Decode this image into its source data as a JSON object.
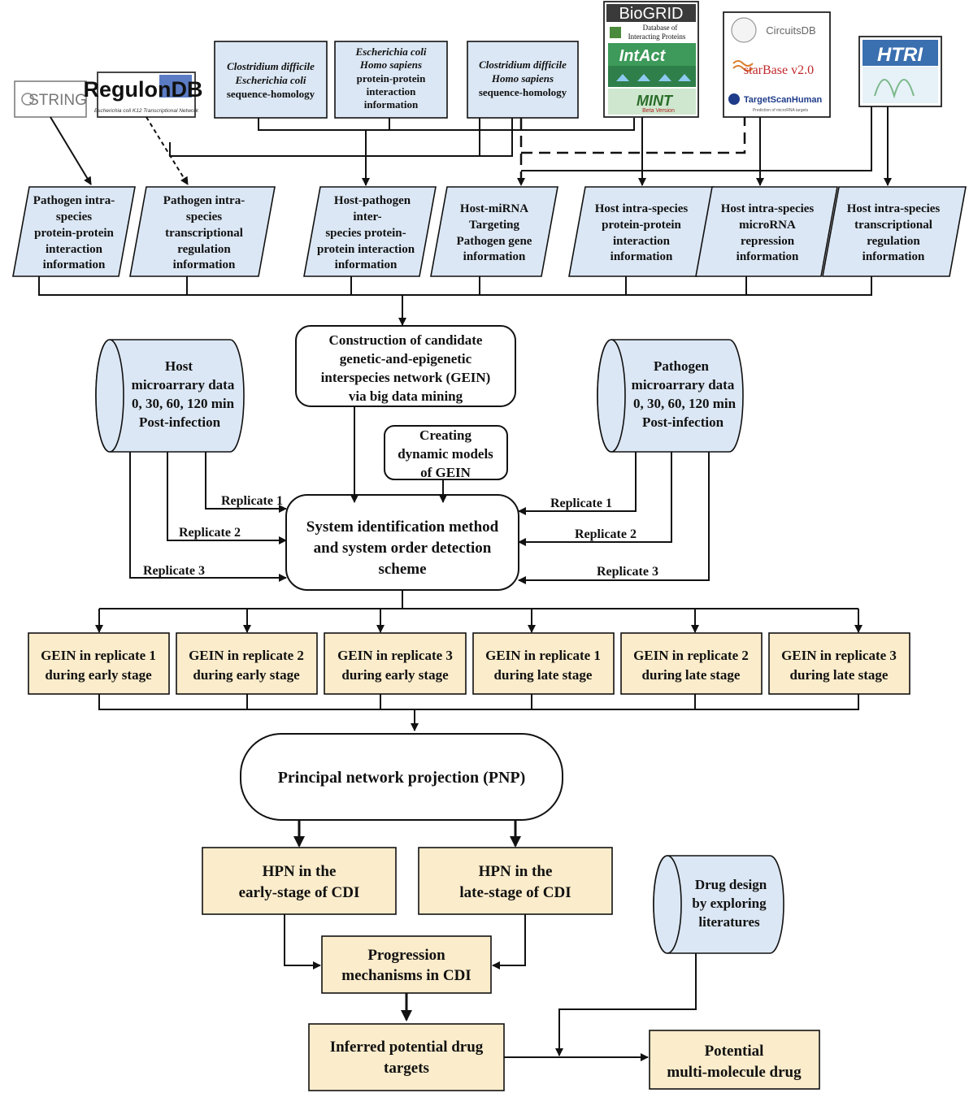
{
  "sources": {
    "string_logo": "STRING",
    "regulondb_logo": "RegulonDB",
    "regulondb_sub": "Escherichia coli K12 Transcriptional Network",
    "biogrid_logo": "BioGRID",
    "biogrid_sub_1": "Database of",
    "biogrid_sub_2": "Interacting Proteins",
    "intact_logo": "IntAct",
    "mint_logo": "MINT",
    "mint_sub": "Beta Version",
    "circuitsdb_logo": "CircuitsDB",
    "starbase_logo": "starBase v2.0",
    "targetscan_logo": "TargetScanHuman",
    "targetscan_sub": "Prediction of microRNA targets",
    "htri_logo": "HTRI",
    "homology_cd_ec": [
      "Clostridium difficile",
      "Escherichia coli",
      "sequence-homology"
    ],
    "ec_hs_ppi": [
      "Escherichia coli",
      "Homo sapiens",
      "protein-protein",
      "interaction",
      "information"
    ],
    "homology_cd_hs": [
      "Clostridium difficile",
      "Homo sapiens",
      "sequence-homology"
    ]
  },
  "info_boxes": [
    [
      "Pathogen intra-",
      "species",
      "protein-protein",
      "interaction",
      "information"
    ],
    [
      "Pathogen intra-",
      "species",
      "transcriptional",
      "regulation",
      "information"
    ],
    [
      "Host-pathogen",
      "inter-",
      "species protein-",
      "protein interaction",
      "information"
    ],
    [
      "Host-miRNA",
      "Targeting",
      "Pathogen gene",
      "information"
    ],
    [
      "Host intra-species",
      "protein-protein",
      "interaction",
      "information"
    ],
    [
      "Host intra-species",
      "microRNA",
      "repression",
      "information"
    ],
    [
      "Host intra-species",
      "transcriptional",
      "regulation",
      "information"
    ]
  ],
  "construction": [
    "Construction of candidate",
    "genetic-and-epigenetic",
    "interspecies network (GEIN)",
    "via big data mining"
  ],
  "dynamic_models": [
    "Creating",
    "dynamic models",
    "of GEIN"
  ],
  "host_data": [
    "Host",
    "microarrary data",
    "0, 30, 60, 120 min",
    "Post-infection"
  ],
  "pathogen_data": [
    "Pathogen",
    "microarrary data",
    "0, 30, 60, 120 min",
    "Post-infection"
  ],
  "replicates": {
    "r1": "Replicate 1",
    "r2": "Replicate 2",
    "r3": "Replicate 3"
  },
  "system_id": [
    "System identification method",
    "and system order detection",
    "scheme"
  ],
  "gein_boxes": [
    [
      "GEIN in replicate 1",
      "during early stage"
    ],
    [
      "GEIN in replicate 2",
      "during early stage"
    ],
    [
      "GEIN in replicate 3",
      "during early stage"
    ],
    [
      "GEIN in replicate 1",
      "during late stage"
    ],
    [
      "GEIN in replicate 2",
      "during late stage"
    ],
    [
      "GEIN in replicate 3",
      "during late stage"
    ]
  ],
  "pnp": "Principal network projection (PNP)",
  "hpn_early": [
    "HPN in the",
    "early-stage of CDI"
  ],
  "hpn_late": [
    "HPN in the",
    "late-stage of CDI"
  ],
  "drug_design": [
    "Drug design",
    "by exploring",
    "literatures"
  ],
  "progression": [
    "Progression",
    "mechanisms in CDI"
  ],
  "drug_targets": [
    "Inferred potential drug",
    "targets"
  ],
  "multi_drug": [
    "Potential",
    "multi-molecule drug"
  ],
  "colors": {
    "blue_fill": "#dbe7f4",
    "yellow_fill": "#fbeccb",
    "stroke": "#111111"
  }
}
